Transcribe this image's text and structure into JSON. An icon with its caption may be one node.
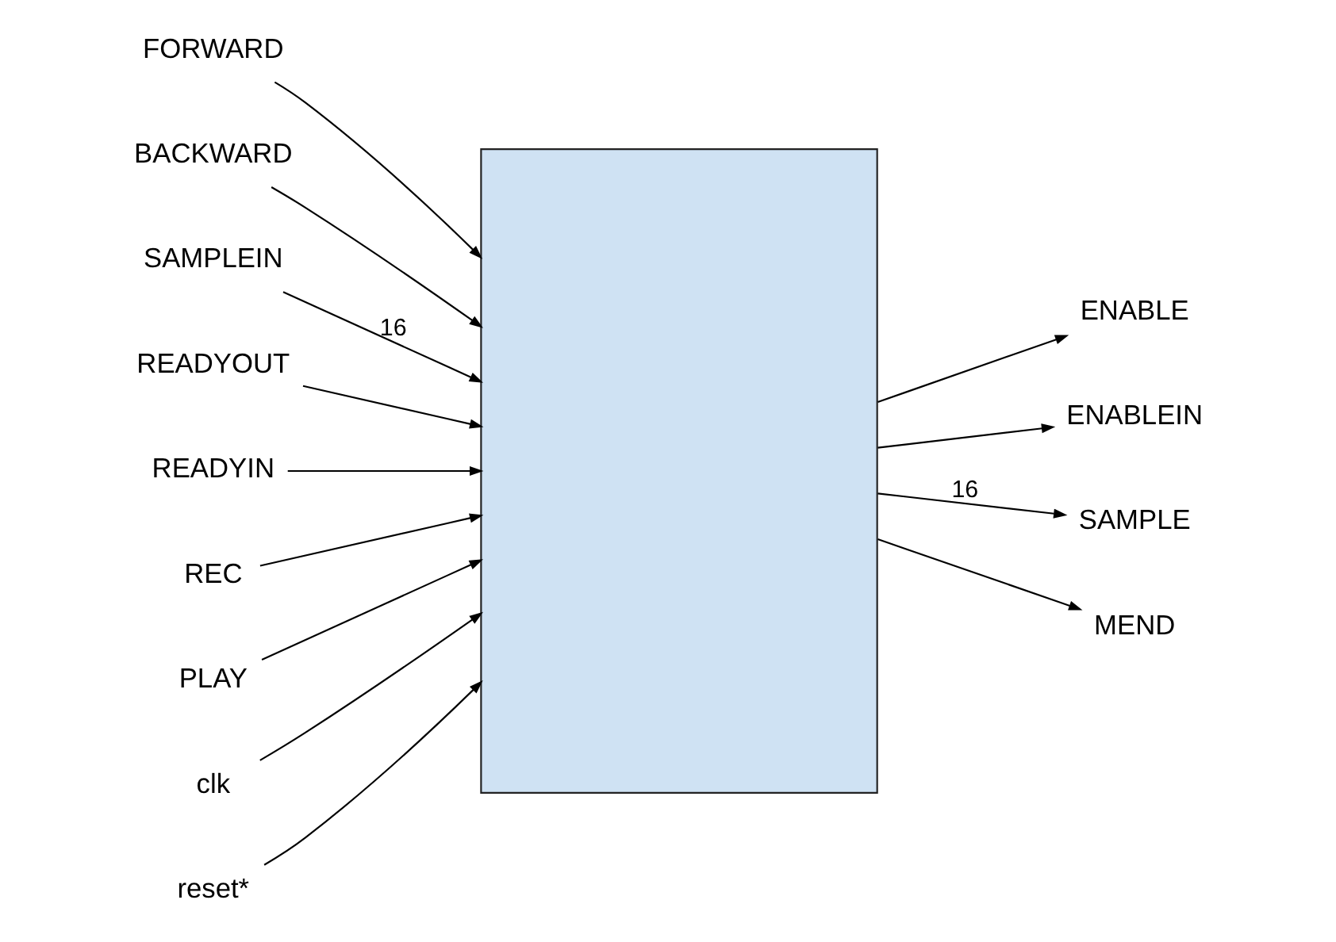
{
  "diagram": {
    "nodes": [
      {
        "text": [],
        "shape": "box"
      },
      {
        "text": [
          "FORWARD"
        ]
      },
      {
        "text": [
          "BACKWARD"
        ]
      },
      {
        "text": [
          "SAMPLEIN"
        ]
      },
      {
        "text": [
          "READYOUT"
        ]
      },
      {
        "text": [
          "READYIN"
        ]
      },
      {
        "text": [
          "REC"
        ]
      },
      {
        "text": [
          "PLAY"
        ]
      },
      {
        "text": [
          "ENABLE"
        ]
      },
      {
        "text": [
          "ENABLEIN"
        ]
      },
      {
        "text": [
          "SAMPLE"
        ]
      },
      {
        "text": [
          "MEND"
        ]
      },
      {
        "text": [
          "clk"
        ]
      },
      {
        "text": [
          "reset*"
        ]
      }
    ],
    "edges": [
      {
        "from": 1,
        "to": 0,
        "arrow": "to"
      },
      {
        "from": 2,
        "to": 0,
        "arrow": "to"
      },
      {
        "from": 3,
        "to": 0,
        "arrow": "to",
        "label": "16"
      },
      {
        "from": 4,
        "to": 0,
        "arrow": "to"
      },
      {
        "from": 5,
        "to": 0,
        "arrow": "to"
      },
      {
        "from": 6,
        "to": 0,
        "arrow": "to"
      },
      {
        "from": 7,
        "to": 0,
        "arrow": "to"
      },
      {
        "from": 0,
        "to": 8,
        "arrow": "to"
      },
      {
        "from": 0,
        "to": 9,
        "arrow": "to"
      },
      {
        "from": 0,
        "to": 10,
        "arrow": "to",
        "label": "16"
      },
      {
        "from": 0,
        "to": 11,
        "arrow": "to"
      },
      {
        "from": 12,
        "to": 0,
        "arrow": "to"
      },
      {
        "from": 13,
        "to": 0,
        "arrow": "to"
      }
    ]
  }
}
